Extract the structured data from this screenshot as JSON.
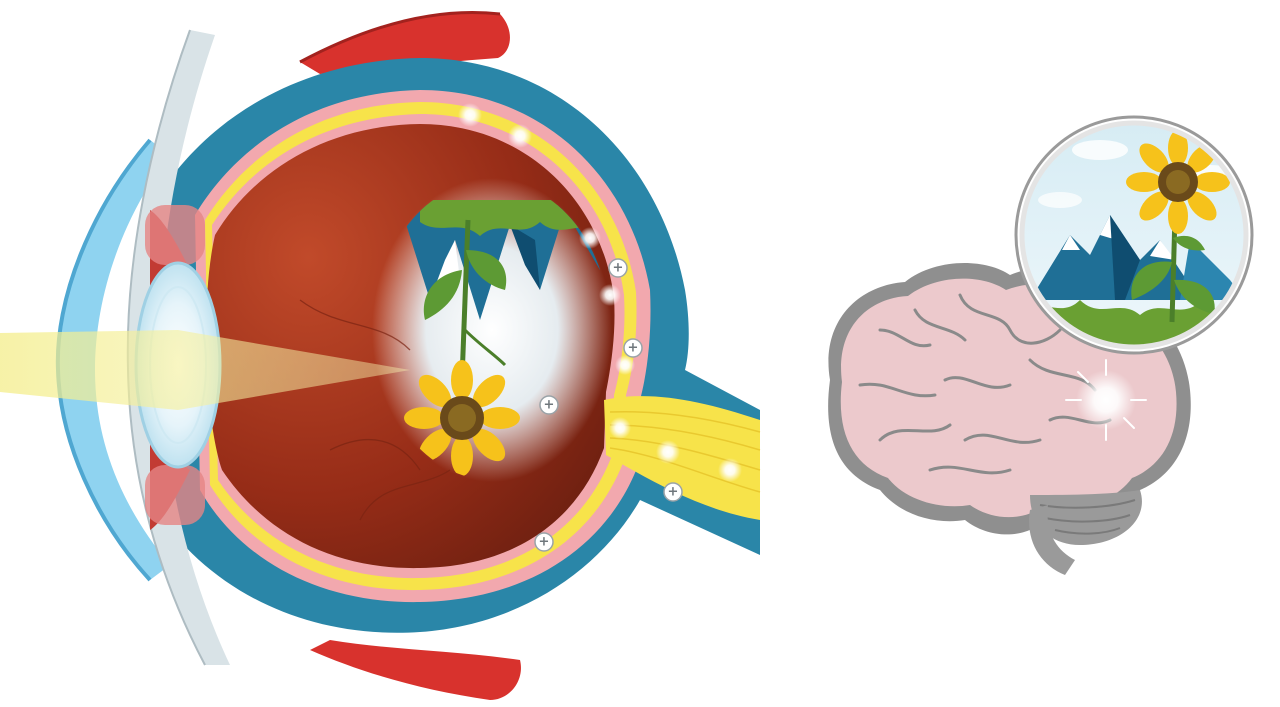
{
  "figure": {
    "subject": "eye-to-brain-vision-illustration",
    "hotspot_symbol": "+",
    "hotspot_count": 5,
    "colors": {
      "sclera_blue": "#2a86a8",
      "choroid_pink": "#f2a8ae",
      "retina_yellow": "#f7e34a",
      "vitreous_red": "#9a2e1a",
      "cornea_light_blue": "#8fd3f0",
      "muscle_red": "#d8322d",
      "brain_pink": "#ecc9cc",
      "brain_outline_gray": "#8f8f8f",
      "light_beam_yellow": "#f6f08a"
    },
    "icons": [
      "plus-icon",
      "sunflower",
      "mountains",
      "glow-spark"
    ]
  }
}
